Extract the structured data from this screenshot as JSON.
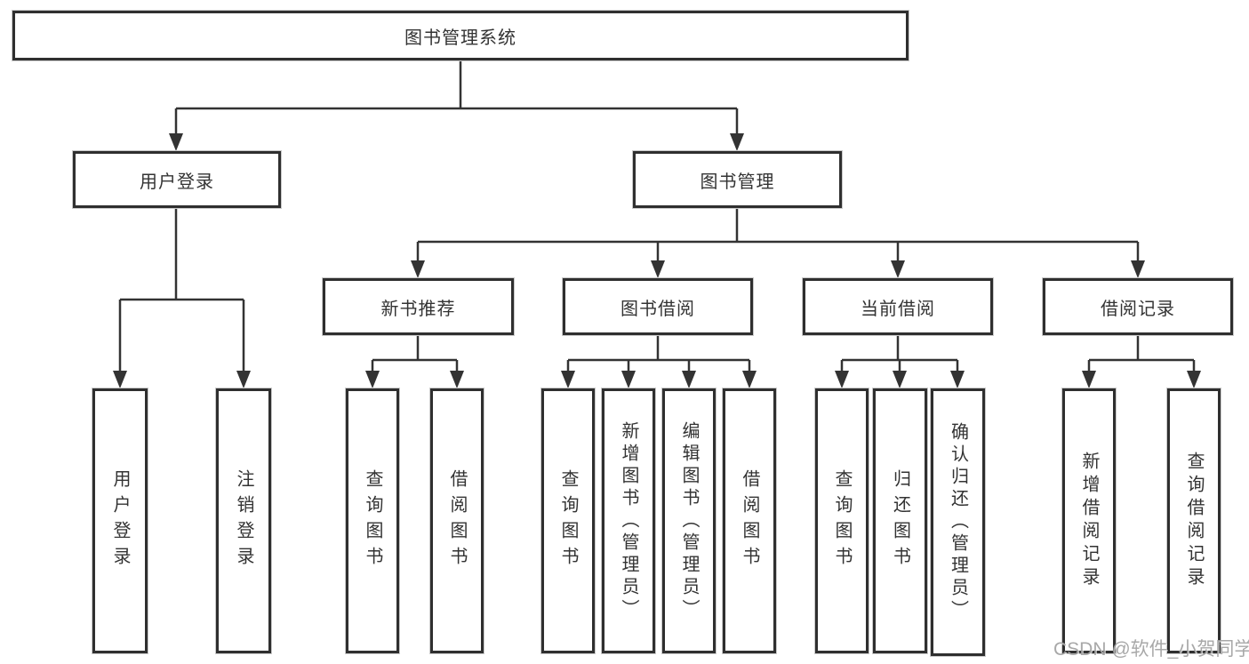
{
  "colors": {
    "box_border": "#2f2f2f",
    "connector_line": "#333333",
    "text": "#333333",
    "background": "#ffffff",
    "watermark": "#9e9e9e"
  },
  "watermark": {
    "text": "CSDN @软件_小贺同学"
  },
  "tree": {
    "label": "图书管理系统",
    "children": [
      {
        "label": "用户登录",
        "children": [
          {
            "label": "用户登录"
          },
          {
            "label": "注销登录"
          }
        ]
      },
      {
        "label": "图书管理",
        "children": [
          {
            "label": "新书推荐",
            "children": [
              {
                "label": "查询图书"
              },
              {
                "label": "借阅图书"
              }
            ]
          },
          {
            "label": "图书借阅",
            "children": [
              {
                "label": "查询图书"
              },
              {
                "label": "新增图书（管理员）"
              },
              {
                "label": "编辑图书（管理员）"
              },
              {
                "label": "借阅图书"
              }
            ]
          },
          {
            "label": "当前借阅",
            "children": [
              {
                "label": "查询图书"
              },
              {
                "label": "归还图书"
              },
              {
                "label": "确认归还（管理员）"
              }
            ]
          },
          {
            "label": "借阅记录",
            "children": [
              {
                "label": "新增借阅记录"
              },
              {
                "label": "查询借阅记录"
              }
            ]
          }
        ]
      }
    ]
  }
}
